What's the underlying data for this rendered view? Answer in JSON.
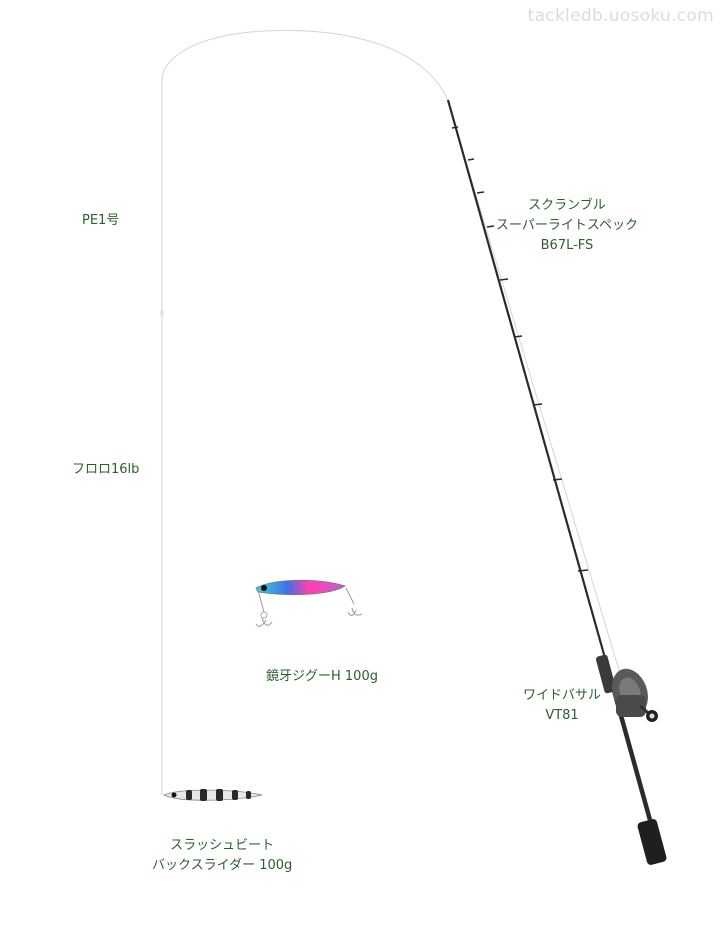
{
  "watermark": "tackledb.uosoku.com",
  "line": {
    "main_label": "PE1号",
    "leader_label": "フロロ16lb"
  },
  "rod": {
    "name_line1": "スクランブル",
    "name_line2": "スーパーライトスペック",
    "name_line3": "B67L-FS"
  },
  "reel": {
    "name_line1": "ワイドバサル",
    "name_line2": "VT81"
  },
  "lures": [
    {
      "name_line1": "鏡牙ジグーH 100g"
    },
    {
      "name_line1": "スラッシュビート",
      "name_line2": "バックスライダー 100g"
    }
  ],
  "colors": {
    "label_text": "#2e5e2e",
    "rod_blank": "#2b2b2b",
    "line": "#cfcfcf"
  }
}
